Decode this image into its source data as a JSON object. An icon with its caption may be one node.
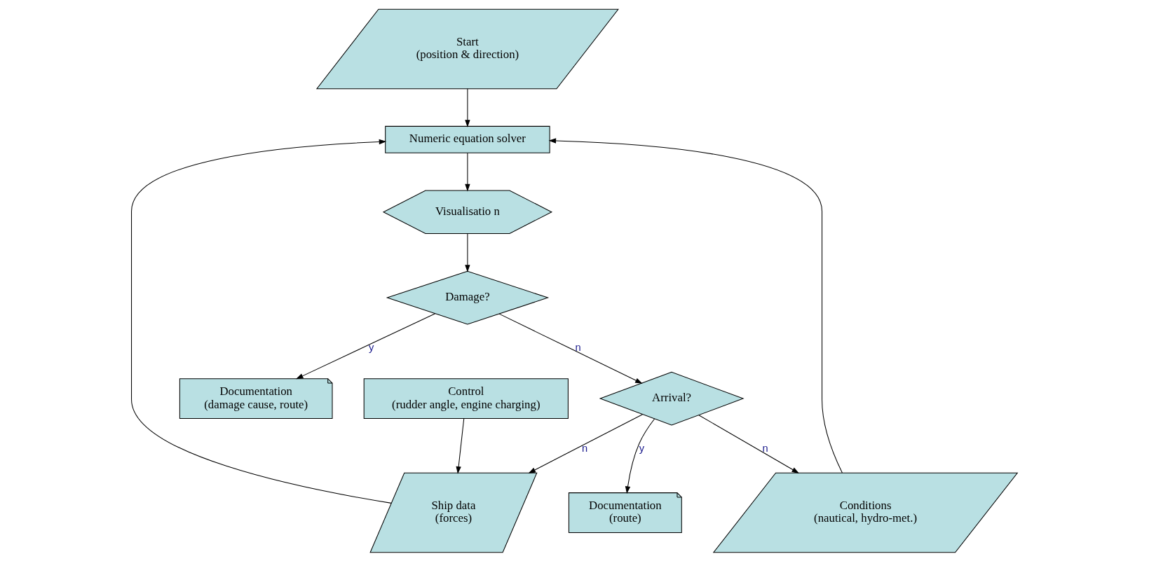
{
  "diagram": {
    "nodes": [
      {
        "text": [
          "Start",
          "(position & direction)"
        ]
      },
      {
        "text": [
          "Numeric equation solver"
        ]
      },
      {
        "text": [
          "Control",
          "(rudder angle, engine charging)"
        ]
      },
      {
        "text": [
          "Visualisatio n"
        ]
      },
      {
        "text": [
          "Documentation",
          "(damage cause, route)"
        ]
      },
      {
        "text": [
          "Damage?"
        ]
      },
      {
        "text": [
          "Arrival?"
        ]
      },
      {
        "text": [
          "Ship data",
          "(forces)"
        ]
      },
      {
        "text": [
          "Conditions",
          "(nautical, hydro-met.)"
        ]
      },
      {
        "text": [
          "Documentation",
          "(route)"
        ]
      }
    ],
    "edges": [
      {
        "from": 0,
        "to": 1,
        "arrow": "to"
      },
      {
        "from": 2,
        "to": 7,
        "arrow": "to"
      },
      {
        "from": 7,
        "to": 1,
        "arrow": "to"
      },
      {
        "from": 8,
        "to": 1,
        "arrow": "to"
      },
      {
        "from": 1,
        "to": 3,
        "arrow": "to"
      },
      {
        "from": 3,
        "to": 5,
        "arrow": "to"
      },
      {
        "from": 5,
        "to": 4,
        "arrow": "to",
        "label": "y"
      },
      {
        "from": 5,
        "to": 6,
        "arrow": "to",
        "label": "n"
      },
      {
        "from": 6,
        "to": 9,
        "arrow": "to",
        "label": "y"
      },
      {
        "from": 6,
        "to": 7,
        "arrow": "to",
        "label": "n"
      },
      {
        "from": 6,
        "to": 8,
        "arrow": "to",
        "label": "n"
      }
    ]
  }
}
